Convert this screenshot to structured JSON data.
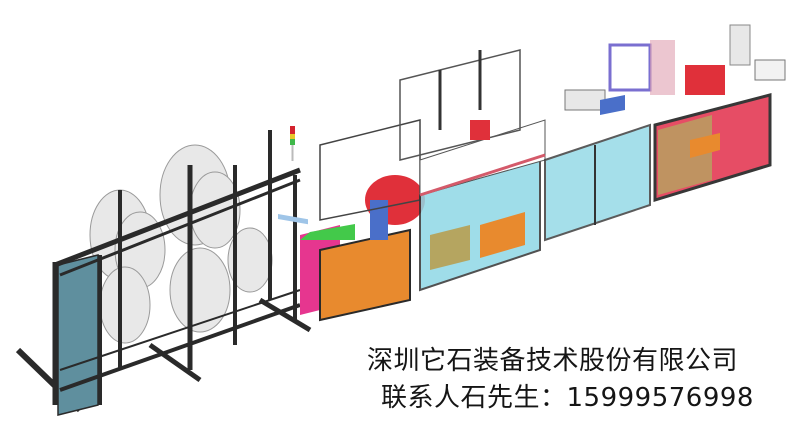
{
  "image": {
    "subject": "isometric render of an automated production line",
    "background": "#ffffff"
  },
  "caption": {
    "company": "深圳它石装备技术股份有限公司",
    "contact": "联系人石先生：15999576998"
  },
  "palette": {
    "frame": "#2a2a2a",
    "frame_light": "#d9d9d9",
    "reel": "#e4e4e4",
    "teal_panel": "#5f8f9e",
    "magenta": "#e6368f",
    "cyan_glass": "#8fd8e6",
    "red_glass": "#e43a55",
    "orange_box": "#e88a2e",
    "olive_box": "#b5a560",
    "blue_plate": "#4a6fc9",
    "green_base": "#43c94a",
    "purple": "#7a6fd0",
    "red_unit": "#e0303a",
    "light_red": "#d4232e",
    "light_yellow": "#e8c62a",
    "light_green": "#3fb84a"
  }
}
